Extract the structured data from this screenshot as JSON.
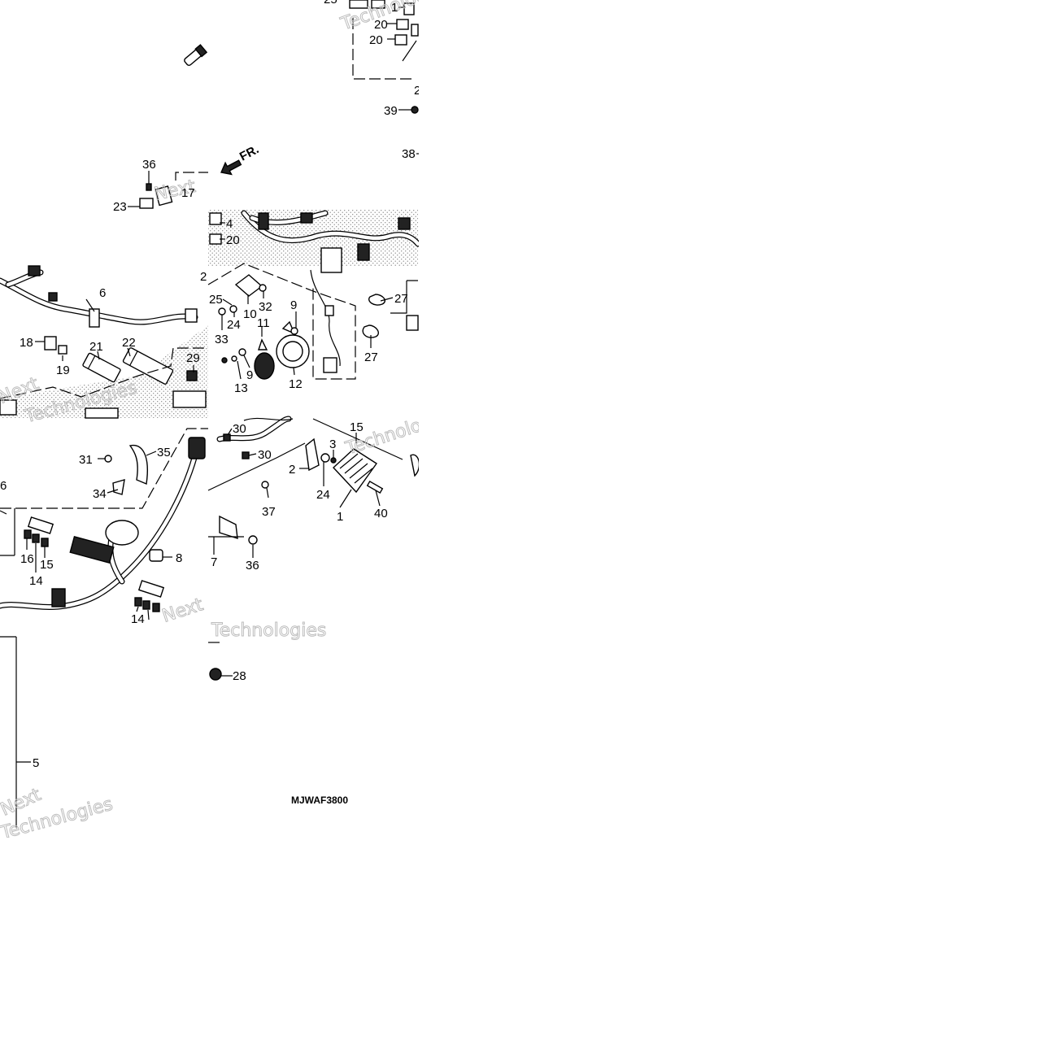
{
  "fr_arrow": "FR.",
  "diagram_code": "MJWAF3800",
  "watermark": [
    "Next",
    "Technologies"
  ],
  "callouts": [
    {
      "id": "c25a",
      "text": "25"
    },
    {
      "id": "c1a",
      "text": "1"
    },
    {
      "id": "c20a",
      "text": "20"
    },
    {
      "id": "c20b",
      "text": "20"
    },
    {
      "id": "c2a",
      "text": "2"
    },
    {
      "id": "c39",
      "text": "39"
    },
    {
      "id": "c38",
      "text": "38"
    },
    {
      "id": "c36a",
      "text": "36"
    },
    {
      "id": "c17",
      "text": "17"
    },
    {
      "id": "c23",
      "text": "23"
    },
    {
      "id": "c4",
      "text": "4"
    },
    {
      "id": "c20c",
      "text": "20"
    },
    {
      "id": "c2b",
      "text": "2"
    },
    {
      "id": "c25b",
      "text": "25"
    },
    {
      "id": "c10",
      "text": "10"
    },
    {
      "id": "c32",
      "text": "32"
    },
    {
      "id": "c24a",
      "text": "24"
    },
    {
      "id": "c33",
      "text": "33"
    },
    {
      "id": "c11",
      "text": "11"
    },
    {
      "id": "c9a",
      "text": "9"
    },
    {
      "id": "c27a",
      "text": "27"
    },
    {
      "id": "c27b",
      "text": "27"
    },
    {
      "id": "c9b",
      "text": "9"
    },
    {
      "id": "c13",
      "text": "13"
    },
    {
      "id": "c12",
      "text": "12"
    },
    {
      "id": "c6a",
      "text": "6"
    },
    {
      "id": "c18",
      "text": "18"
    },
    {
      "id": "c19",
      "text": "19"
    },
    {
      "id": "c21",
      "text": "21"
    },
    {
      "id": "c22",
      "text": "22"
    },
    {
      "id": "c29",
      "text": "29"
    },
    {
      "id": "c30a",
      "text": "30"
    },
    {
      "id": "c30b",
      "text": "30"
    },
    {
      "id": "c15a",
      "text": "15"
    },
    {
      "id": "c3",
      "text": "3"
    },
    {
      "id": "c2c",
      "text": "2"
    },
    {
      "id": "c24b",
      "text": "24"
    },
    {
      "id": "c1b",
      "text": "1"
    },
    {
      "id": "c40",
      "text": "40"
    },
    {
      "id": "c37",
      "text": "37"
    },
    {
      "id": "c31",
      "text": "31"
    },
    {
      "id": "c35",
      "text": "35"
    },
    {
      "id": "c34",
      "text": "34"
    },
    {
      "id": "c6b",
      "text": "6"
    },
    {
      "id": "c16",
      "text": "16"
    },
    {
      "id": "c15b",
      "text": "15"
    },
    {
      "id": "c14a",
      "text": "14"
    },
    {
      "id": "c8",
      "text": "8"
    },
    {
      "id": "c7",
      "text": "7"
    },
    {
      "id": "c36b",
      "text": "36"
    },
    {
      "id": "c14b",
      "text": "14"
    },
    {
      "id": "c28",
      "text": "28"
    },
    {
      "id": "c5",
      "text": "5"
    }
  ]
}
